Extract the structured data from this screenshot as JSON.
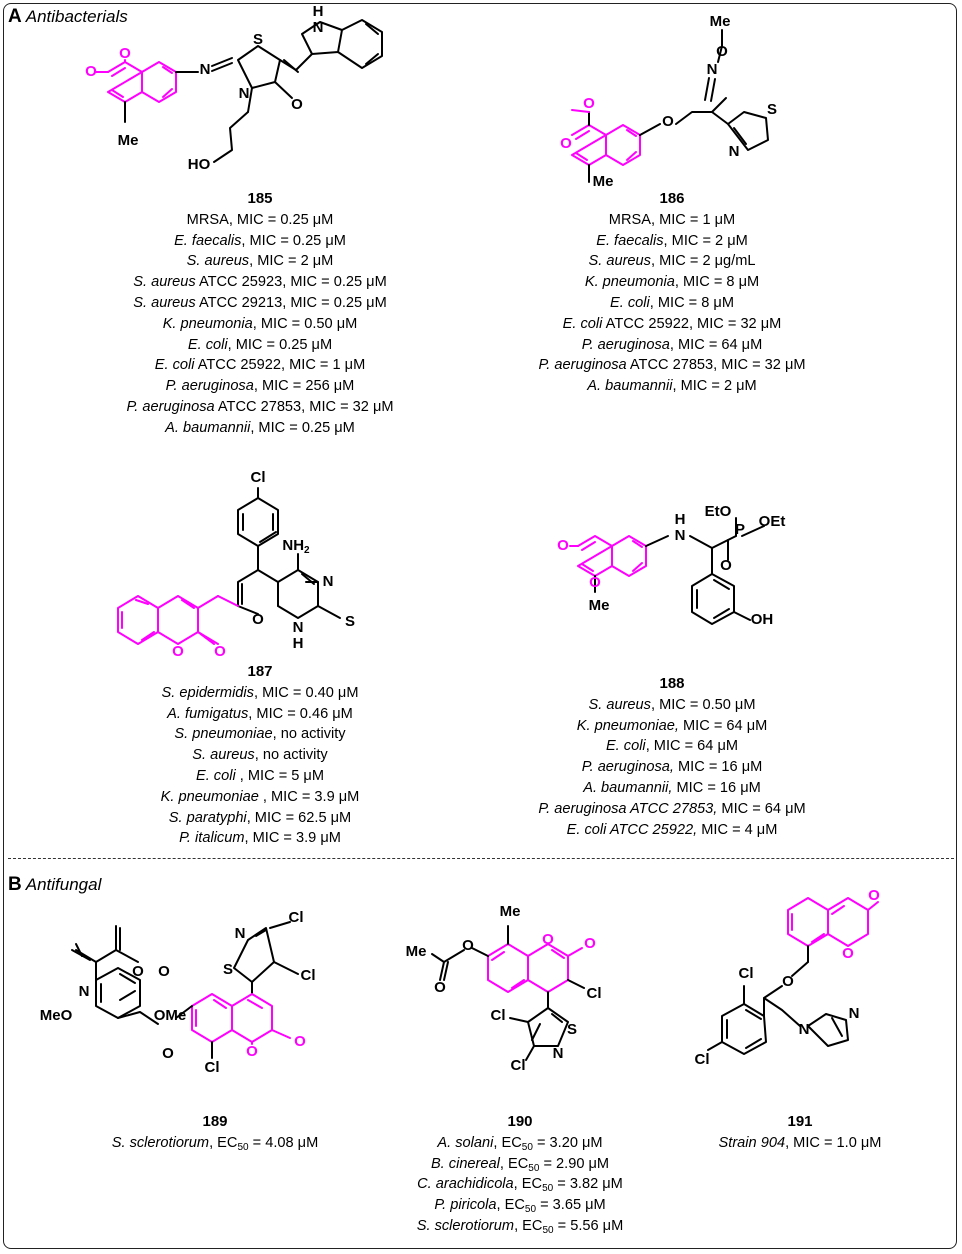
{
  "colors": {
    "coumarin": "#ff00ff",
    "bond": "#000000"
  },
  "section_a": {
    "letter": "A",
    "title": "Antibacterials"
  },
  "section_b": {
    "letter": "B",
    "title": "Antifungal"
  },
  "compounds": [
    {
      "id": "185",
      "atoms": {
        "o1": "O",
        "o2": "O",
        "n_imine": "N",
        "s": "S",
        "n_ring": "N",
        "o_keto": "O",
        "nh": "H",
        "nh2": "N",
        "me": "Me",
        "ho": "HO"
      },
      "activities": [
        [
          "",
          "MRSA",
          ", MIC = 0.25 μM"
        ],
        [
          "E. faecalis",
          "",
          ", MIC = 0.25 μM"
        ],
        [
          "S. aureus",
          "",
          ", MIC = 2 μM"
        ],
        [
          "S. aureus",
          " ATCC 25923",
          ", MIC = 0.25 μM"
        ],
        [
          "S. aureus",
          " ATCC 29213",
          ", MIC = 0.25 μM"
        ],
        [
          "K. pneumonia",
          "",
          ", MIC = 0.50 μM"
        ],
        [
          "E. coli",
          "",
          ", MIC = 0.25 μM"
        ],
        [
          "E. coli",
          " ATCC 25922",
          ", MIC = 1 μM"
        ],
        [
          "P. aeruginosa",
          "",
          ", MIC = 256 μM"
        ],
        [
          "P. aeruginosa",
          " ATCC 27853",
          ", MIC = 32 μM"
        ],
        [
          "A. baumannii",
          "",
          ", MIC = 0.25 μM"
        ]
      ]
    },
    {
      "id": "186",
      "atoms": {
        "o1": "O",
        "o2": "O",
        "o_ether": "O",
        "n_ox": "N",
        "o_ox": "O",
        "me_o": "Me",
        "s": "S",
        "n_thz": "N",
        "me": "Me"
      },
      "activities": [
        [
          "",
          "MRSA",
          ", MIC = 1 μM"
        ],
        [
          "E. faecalis",
          "",
          ", MIC = 2 μM"
        ],
        [
          "S. aureus",
          "",
          ", MIC = 2 μg/mL"
        ],
        [
          "K. pneumonia",
          "",
          ", MIC = 8 μM"
        ],
        [
          "E. coli",
          "",
          ", MIC = 8 μM"
        ],
        [
          "E. coli",
          " ATCC 25922",
          ", MIC = 32 μM"
        ],
        [
          "P. aeruginosa",
          "",
          ", MIC = 64 μM"
        ],
        [
          "P. aeruginosa",
          " ATCC 27853",
          ", MIC = 32 μM"
        ],
        [
          "A. baumannii",
          "",
          ", MIC = 2 μM"
        ]
      ]
    },
    {
      "id": "187",
      "atoms": {
        "cl": "Cl",
        "nh2": "NH",
        "nh2_sub": "2",
        "n": "N",
        "nh": "N",
        "nh_h": "H",
        "s": "S",
        "o_pyran": "O",
        "o1": "O",
        "o2": "O"
      },
      "activities": [
        [
          "S. epidermidis",
          "",
          ", MIC = 0.40 μM"
        ],
        [
          "A. fumigatus",
          "",
          ", MIC = 0.46 μM"
        ],
        [
          "S. pneumoniae",
          "",
          ", no activity"
        ],
        [
          "S. aureus",
          "",
          ", no activity"
        ],
        [
          "E. coli",
          "",
          " , MIC = 5 μM"
        ],
        [
          "K. pneumoniae",
          "",
          " , MIC = 3.9 μM"
        ],
        [
          "S. paratyphi",
          "",
          ", MIC = 62.5 μM"
        ],
        [
          "P. italicum",
          "",
          ", MIC = 3.9 μM"
        ]
      ]
    },
    {
      "id": "188",
      "atoms": {
        "o1": "O",
        "o2": "O",
        "n": "N",
        "h": "H",
        "eto1": "EtO",
        "eto2": "OEt",
        "p": "P",
        "o_p": "O",
        "me": "Me",
        "oh": "OH"
      },
      "activities": [
        [
          "S. aureus",
          "",
          ", MIC = 0.50 μM"
        ],
        [
          "K. pneumoniae,",
          "",
          " MIC = 64 μM"
        ],
        [
          "E. coli",
          "",
          ", MIC = 64 μM"
        ],
        [
          "P. aeruginosa,",
          "",
          " MIC = 16 μM"
        ],
        [
          "A. baumannii,",
          "",
          " MIC = 16 μM"
        ],
        [
          "P. aeruginosa ATCC 27853,",
          "",
          " MIC = 64 μM"
        ],
        [
          "E. coli ATCC 25922,",
          "",
          " MIC = 4 μM"
        ]
      ]
    },
    {
      "id": "189",
      "atoms": {
        "n": "N",
        "s": "S",
        "cl1": "Cl",
        "cl2": "Cl",
        "meo": "MeO",
        "n_ox": "N",
        "o_c1": "O",
        "o_c2": "O",
        "ome": "OMe",
        "o_ether": "O",
        "cl3": "Cl",
        "o1": "O",
        "o2": "O"
      },
      "activities": [
        [
          "S. sclerotiorum",
          "",
          ", EC",
          "50",
          " = 4.08 μM"
        ]
      ]
    },
    {
      "id": "190",
      "atoms": {
        "me_ac": "Me",
        "o_ac1": "O",
        "o_ac2": "O",
        "me": "Me",
        "o1": "O",
        "o2": "O",
        "cl1": "Cl",
        "cl2": "Cl",
        "cl3": "Cl",
        "s": "S",
        "n": "N"
      },
      "activities": [
        [
          "A. solani",
          "",
          ", EC",
          "50",
          " = 3.20 μM"
        ],
        [
          "B. cinereal",
          "",
          ", EC",
          "50",
          " = 2.90 μM"
        ],
        [
          "C. arachidicola",
          "",
          ", EC",
          "50",
          " = 3.82 μM"
        ],
        [
          "P. piricola",
          "",
          ", EC",
          "50",
          " = 3.65 μM"
        ],
        [
          "S. sclerotiorum",
          "",
          ", EC",
          "50",
          " = 5.56 μM"
        ]
      ]
    },
    {
      "id": "191",
      "atoms": {
        "o1": "O",
        "o2": "O",
        "o_ether": "O",
        "cl1": "Cl",
        "cl2": "Cl",
        "n1": "N",
        "n2": "N"
      },
      "activities": [
        [
          "Strain 904",
          "",
          ", MIC = 1.0 μM"
        ]
      ]
    }
  ]
}
